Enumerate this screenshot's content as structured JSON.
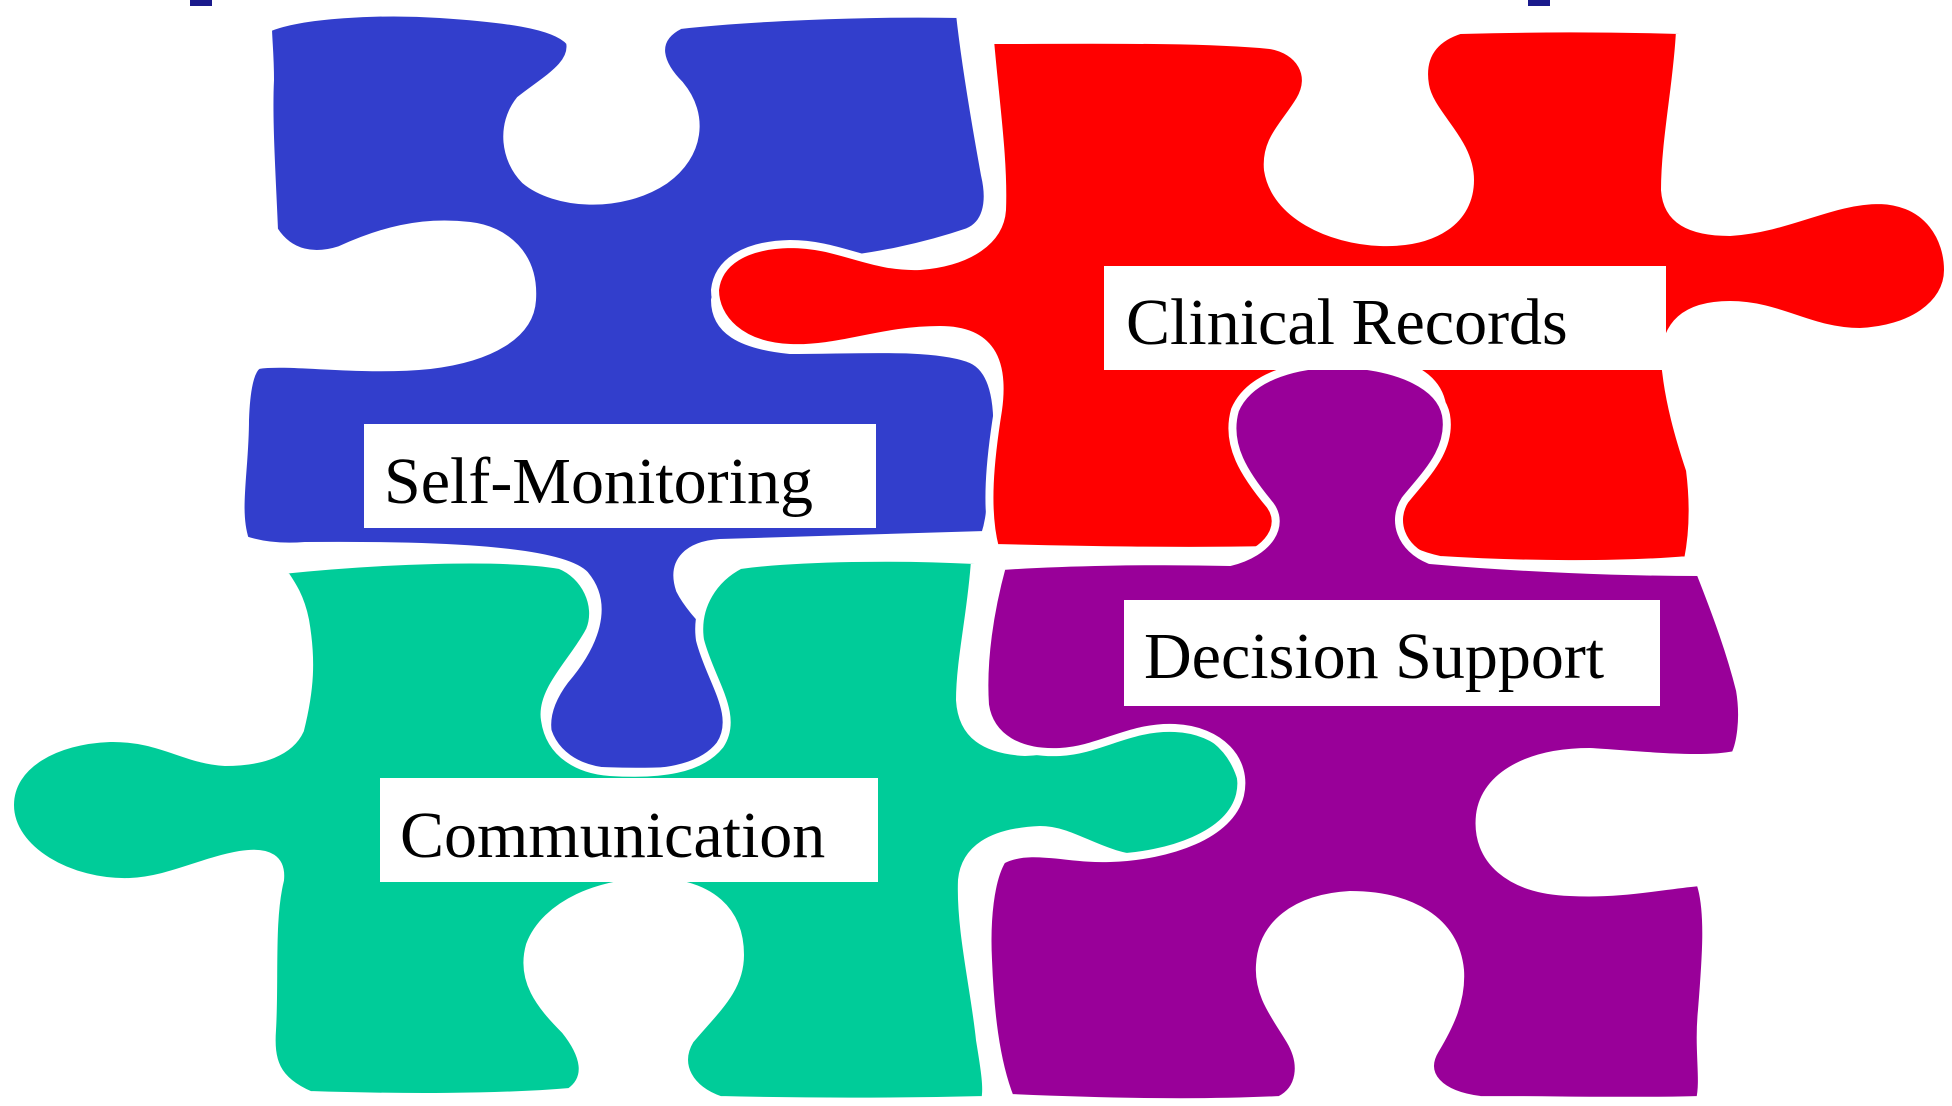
{
  "colors": {
    "background": "#ffffff",
    "self_monitoring_piece": "#323ecc",
    "clinical_records_piece": "#ff0000",
    "communication_piece": "#00cc99",
    "decision_support_piece": "#990099",
    "header_strip": "#1a1a8c",
    "label_background": "#ffffff",
    "label_text": "#000000"
  },
  "pieces": {
    "self_monitoring": {
      "label": "Self-Monitoring"
    },
    "clinical_records": {
      "label": "Clinical Records"
    },
    "communication": {
      "label": "Communication"
    },
    "decision_support": {
      "label": "Decision Support"
    }
  }
}
